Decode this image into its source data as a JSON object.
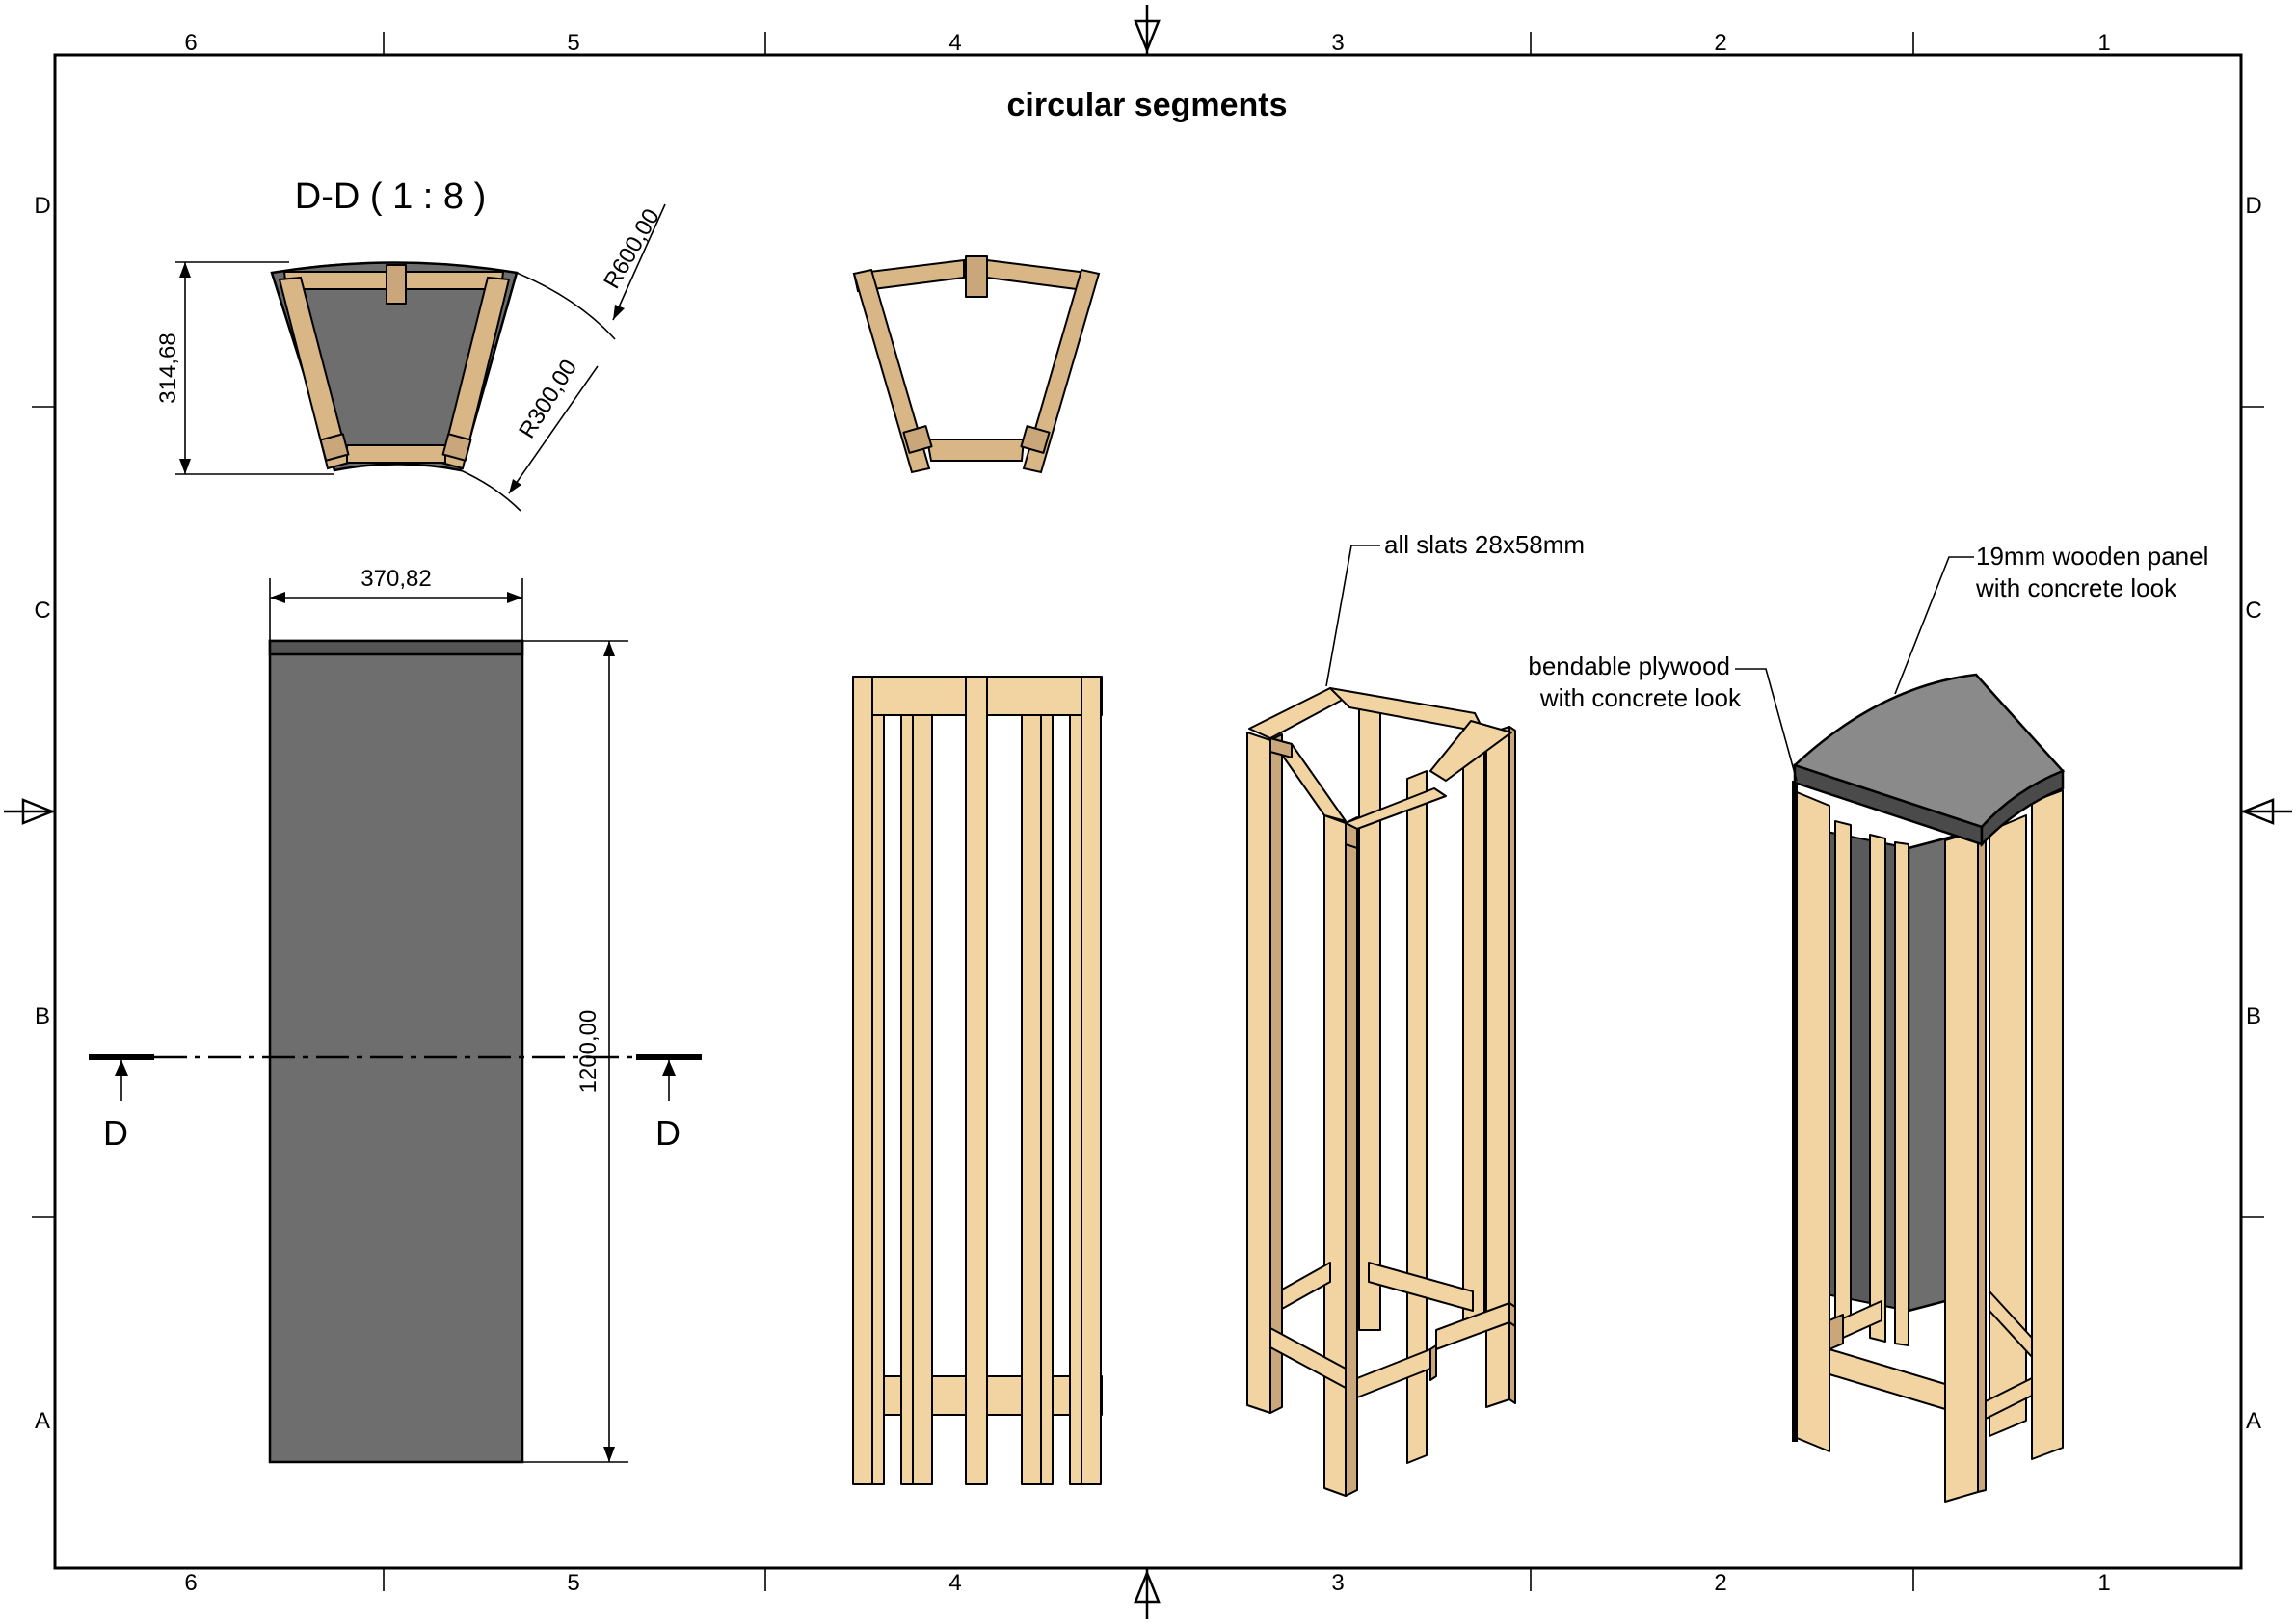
{
  "title": "circular segments",
  "frame": {
    "columns_top": [
      "6",
      "5",
      "4",
      "3",
      "2",
      "1"
    ],
    "columns_bottom": [
      "6",
      "5",
      "4",
      "3",
      "2",
      "1"
    ],
    "rows_left": [
      "D",
      "C",
      "B",
      "A"
    ],
    "rows_right": [
      "D",
      "C",
      "B",
      "A"
    ]
  },
  "section_view": {
    "label": "D-D ( 1 : 8 )",
    "dim_height": "314,68",
    "dim_outer_radius": "R600,00",
    "dim_inner_radius": "R300,00"
  },
  "front_view": {
    "dim_width": "370,82",
    "dim_height": "1200,00",
    "cut_marker_left": "D",
    "cut_marker_right": "D"
  },
  "annotations": {
    "slats": "all slats 28x58mm",
    "plywood_line1": "bendable plywood",
    "plywood_line2": "with concrete look",
    "panel_line1": "19mm wooden panel",
    "panel_line2": "with concrete look"
  },
  "colors": {
    "wood": "#f2d3a2",
    "wood_shade": "#c9a77a",
    "concrete": "#6e6e6e",
    "line": "#000000"
  }
}
